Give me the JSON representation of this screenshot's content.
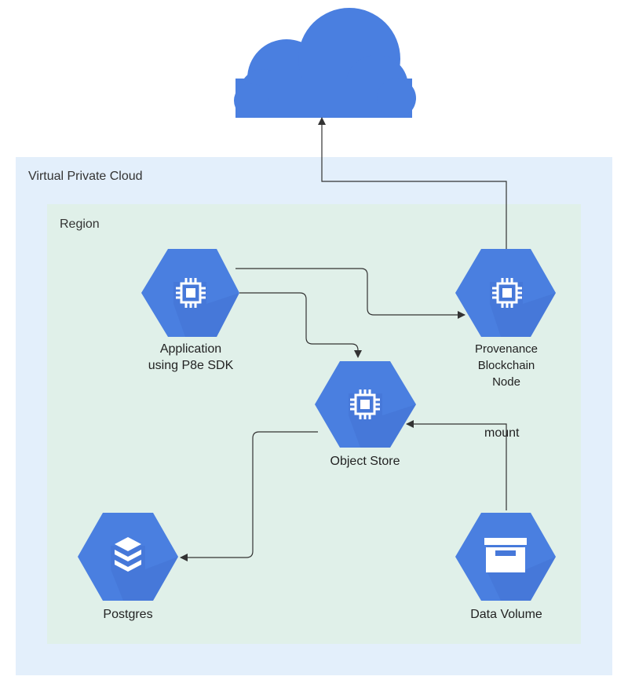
{
  "diagram": {
    "internet_icon": "cloud-icon",
    "vpc": {
      "label": "Virtual Private Cloud",
      "color": "#e3effb"
    },
    "region": {
      "label": "Region",
      "color": "#e0f0e9"
    },
    "nodes": {
      "application": {
        "label_line1": "Application",
        "label_line2": "using P8e SDK",
        "icon": "chip-icon"
      },
      "provenance": {
        "label_line1": "Provenance",
        "label_line2": "Blockchain",
        "label_line3": "Node",
        "icon": "chip-icon"
      },
      "object_store": {
        "label": "Object Store",
        "icon": "chip-icon"
      },
      "postgres": {
        "label": "Postgres",
        "icon": "database-layers-icon"
      },
      "data_volume": {
        "label": "Data Volume",
        "icon": "storage-drawer-icon"
      }
    },
    "edges": {
      "mount_label": "mount"
    },
    "colors": {
      "hex_fill": "#4a7fe0",
      "hex_shadow": "#3f6ecc",
      "cloud": "#4a7fe0",
      "arrow": "#333333"
    }
  }
}
